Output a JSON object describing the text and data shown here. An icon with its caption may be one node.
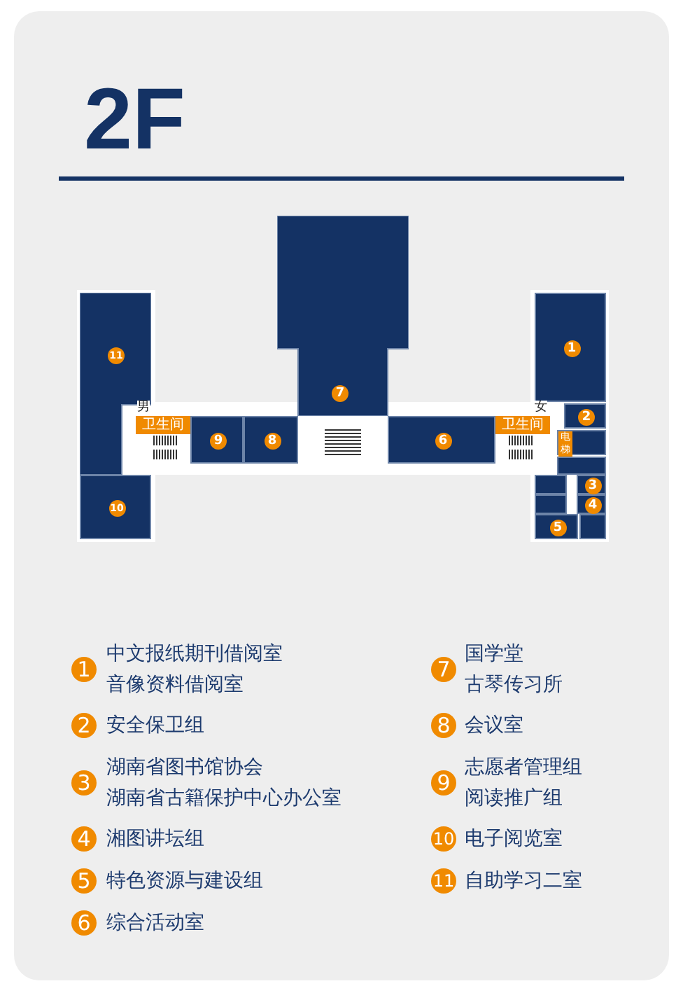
{
  "diagram": {
    "title": "2F",
    "nodes": [
      {
        "text": [
          "7"
        ]
      },
      {
        "text": [
          "11"
        ]
      },
      {
        "text": [
          "1"
        ]
      },
      {
        "text": [
          "卫生间"
        ]
      },
      {
        "text": [
          "9"
        ]
      },
      {
        "text": [
          "8"
        ]
      },
      {
        "text": [
          "6"
        ]
      },
      {
        "text": [
          "卫生间"
        ]
      },
      {
        "text": [
          "2"
        ]
      },
      {
        "text": [],
        "shape": "box"
      },
      {
        "text": [
          "电梯"
        ],
        "in": 9
      },
      {
        "text": [],
        "shape": "box"
      },
      {
        "text": [],
        "shape": "box"
      },
      {
        "text": [
          "3"
        ]
      },
      {
        "text": [
          "10"
        ]
      },
      {
        "text": [],
        "shape": "box"
      },
      {
        "text": [
          "4"
        ]
      },
      {
        "text": [
          "5"
        ]
      },
      {
        "text": [],
        "shape": "box"
      }
    ],
    "labels": [
      "男",
      "女",
      "1",
      "中文报纸期刊借阅室",
      "音像资料借阅室",
      "7",
      "国学堂",
      "古琴传习所",
      "2",
      "安全保卫组",
      "8",
      "会议室",
      "3",
      "湖南省图书馆协会",
      "湖南省古籍保护中心办公室",
      "9",
      "志愿者管理组",
      "阅读推广组",
      "4",
      "湘图讲坛组",
      "10",
      "电子阅览室",
      "5",
      "特色资源与建设组",
      "11",
      "自助学习二室",
      "6",
      "综合活动室"
    ]
  }
}
